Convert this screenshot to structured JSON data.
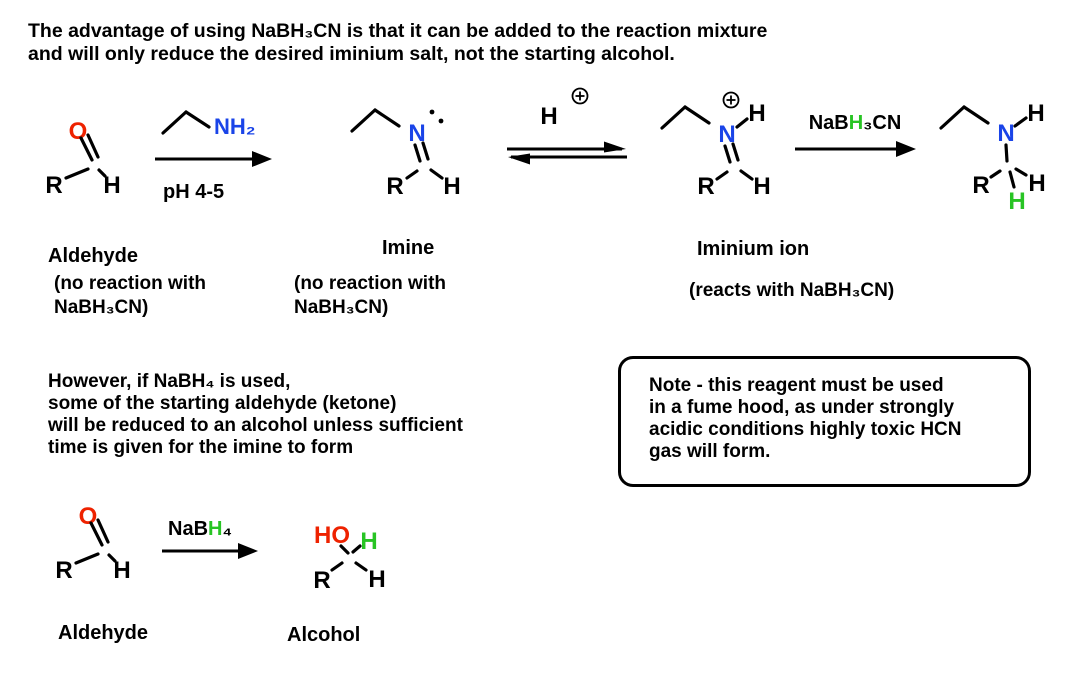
{
  "colors": {
    "oxygen_red": "#ee2200",
    "nitrogen_blue": "#1a44e8",
    "hydride_green": "#28c424",
    "text_black": "#000000",
    "background": "#ffffff"
  },
  "icons": {
    "plus_charge": "⊕",
    "lone_pair": "··"
  },
  "header": {
    "line1": "The advantage of using NaBH₃CN is that it can be added to the reaction mixture",
    "line2": "and will only reduce the desired iminium salt, not the starting alcohol."
  },
  "scheme1": {
    "aldehyde": {
      "O": "O",
      "R": "R",
      "H": "H",
      "name": "Aldehyde",
      "note1": "(no reaction with",
      "note2": "NaBH₃CN)"
    },
    "step1": {
      "reagent": "NH₂",
      "condition": "pH 4-5"
    },
    "imine": {
      "N": "N",
      "R": "R",
      "H": "H",
      "name": "Imine",
      "note1": "(no reaction with",
      "note2": "NaBH₃CN)"
    },
    "equilibrium": {
      "proton": "H",
      "charge": "⊕"
    },
    "iminium": {
      "charge": "⊕",
      "N": "N",
      "NH": "H",
      "R": "R",
      "H": "H",
      "name": "Iminium ion",
      "note": "(reacts with NaBH₃CN)"
    },
    "step2": {
      "reagent_pre": "NaB",
      "reagent_h": "H",
      "reagent_post": "₃CN"
    },
    "amine": {
      "N": "N",
      "NH": "H",
      "R": "R",
      "H": "H",
      "H_added": "H"
    }
  },
  "however_text": {
    "line1": "However, if NaBH₄ is used,",
    "line2": "some of the starting aldehyde (ketone)",
    "line3": "will be reduced to an alcohol unless sufficient",
    "line4": "time is given for the imine to form"
  },
  "note_box": {
    "line1": "Note - this reagent must be used",
    "line2": "in a fume hood, as under strongly",
    "line3": "acidic conditions highly toxic HCN",
    "line4": "gas will form."
  },
  "scheme2": {
    "aldehyde": {
      "O": "O",
      "R": "R",
      "H": "H",
      "name": "Aldehyde"
    },
    "reagent": {
      "pre": "NaB",
      "h": "H",
      "post": "₄"
    },
    "alcohol": {
      "HO": "HO",
      "H_added": "H",
      "R": "R",
      "H": "H",
      "name": "Alcohol"
    }
  }
}
